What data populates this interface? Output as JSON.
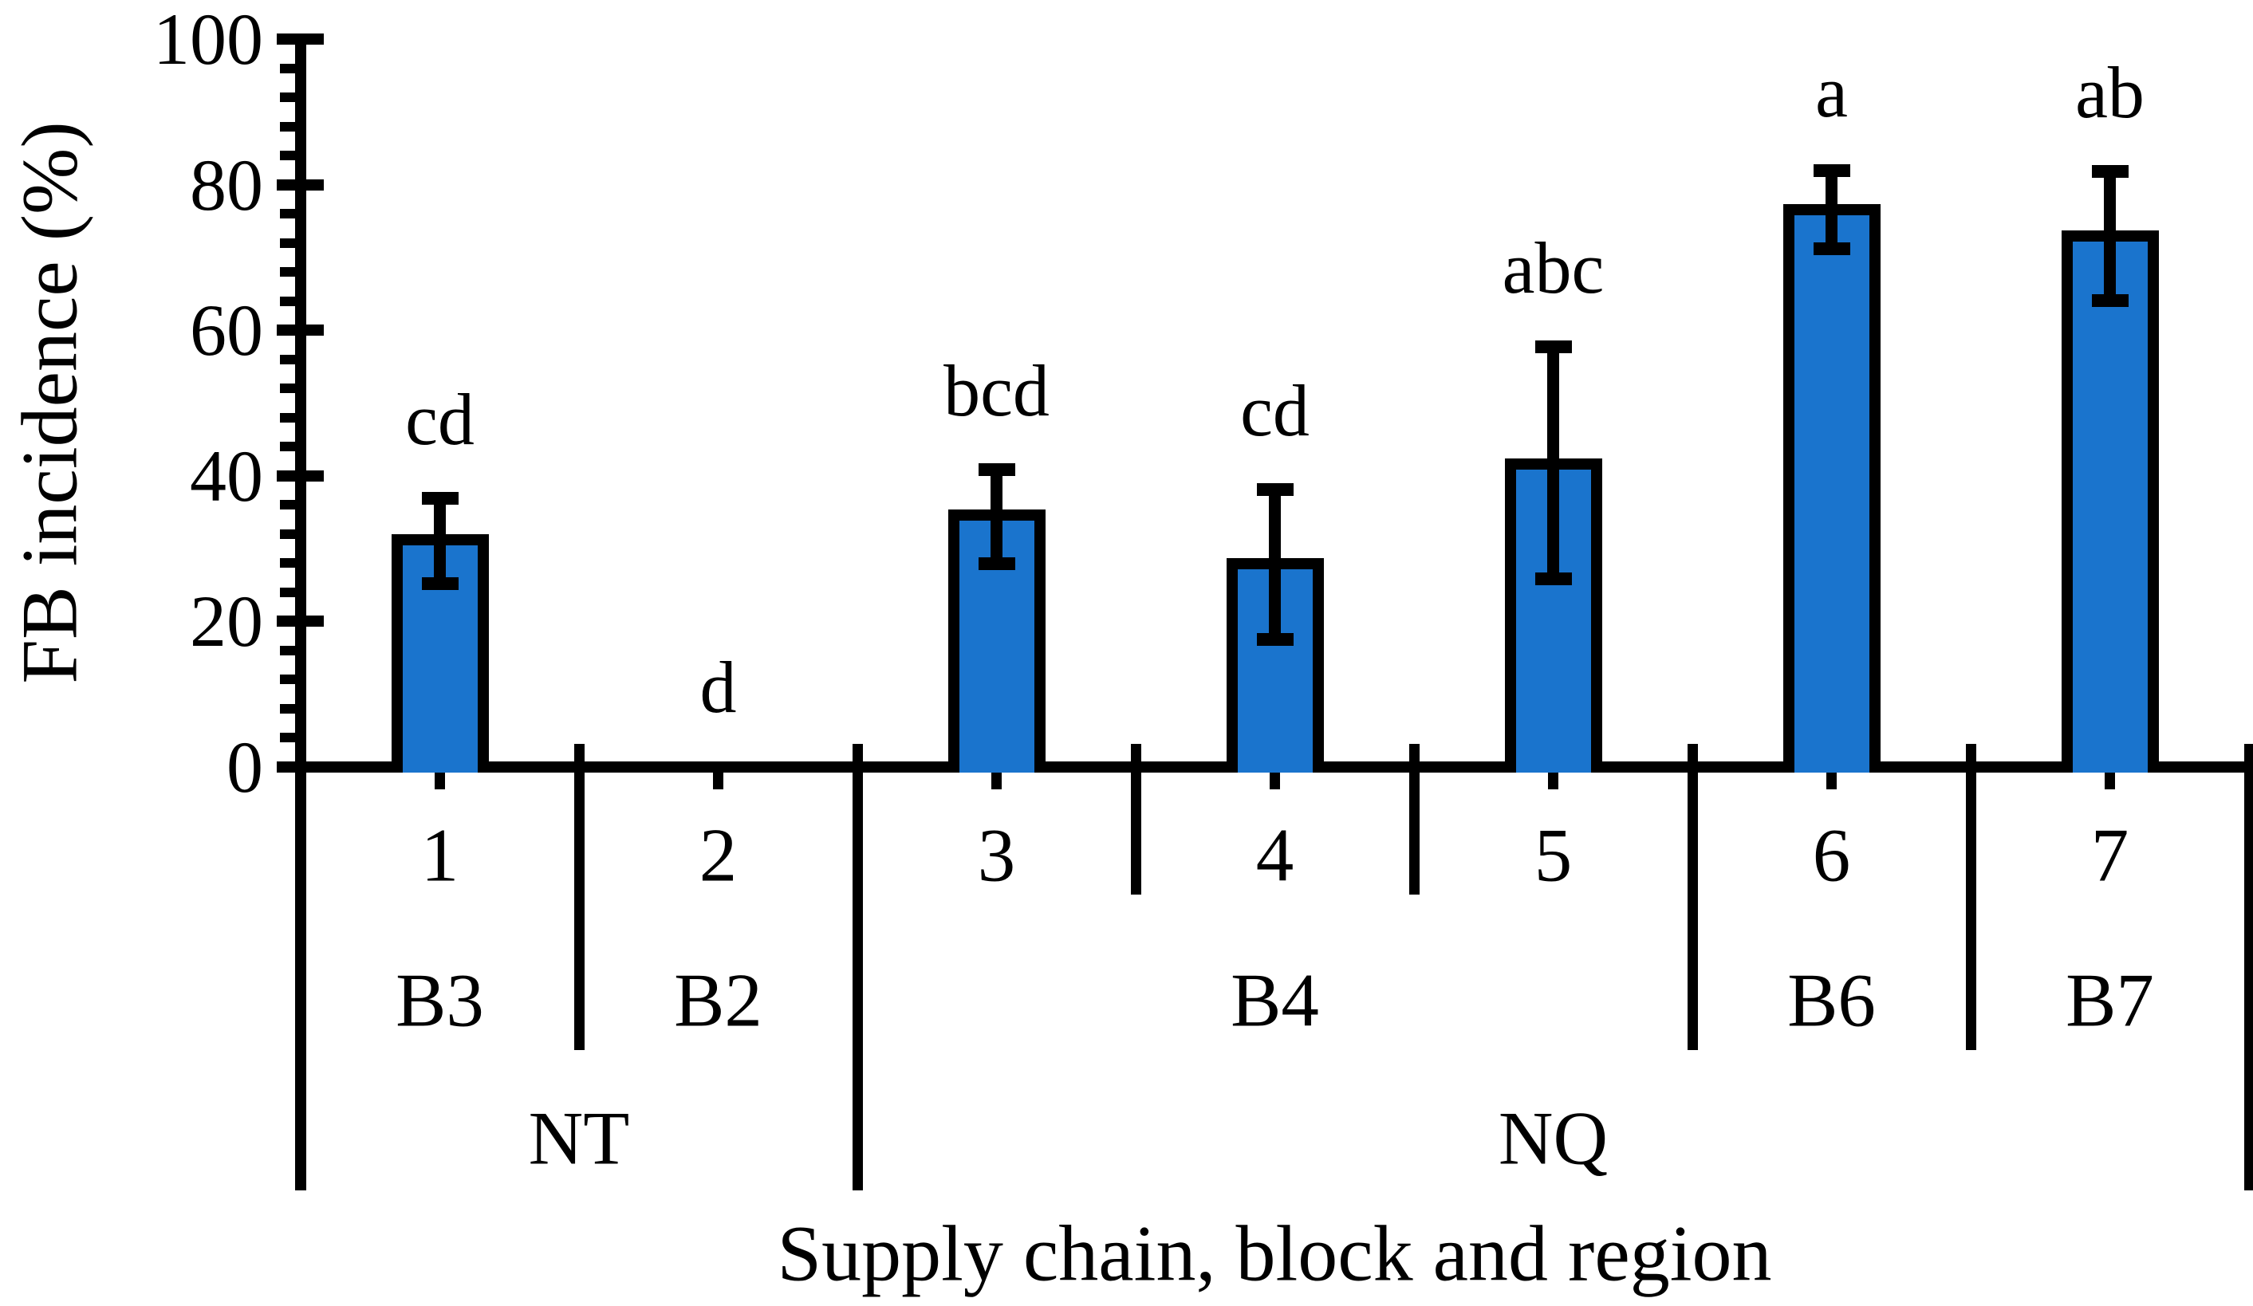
{
  "chart_data": {
    "type": "bar",
    "title": "",
    "ylabel": "FB incidence (%)",
    "xlabel": "Supply chain, block and region",
    "ylim": [
      0,
      100
    ],
    "y_major_ticks": [
      0,
      20,
      40,
      60,
      80,
      100
    ],
    "y_minor_step": 4,
    "grid": false,
    "legend_position": "none",
    "bar_color": "#1A74CD",
    "bar_border_color": "#000000",
    "axis_color": "#000000",
    "categories": [
      "1",
      "2",
      "3",
      "4",
      "5",
      "6",
      "7"
    ],
    "series": [
      {
        "name": "FB incidence",
        "values": [
          31.2,
          0,
          34.6,
          27.9,
          41.6,
          76.6,
          72.9
        ],
        "error_low": [
          25.2,
          null,
          27.9,
          17.5,
          25.8,
          71.2,
          64.1
        ],
        "error_high": [
          36.9,
          null,
          40.8,
          38.1,
          57.7,
          81.9,
          81.8
        ],
        "sig_letters": [
          "cd",
          "d",
          "bcd",
          "cd",
          "abc",
          "a",
          "ab"
        ]
      }
    ],
    "blocks": [
      {
        "label": "B3",
        "span": [
          1,
          1
        ]
      },
      {
        "label": "B2",
        "span": [
          2,
          2
        ]
      },
      {
        "label": "B4",
        "span": [
          3,
          5
        ]
      },
      {
        "label": "B6",
        "span": [
          6,
          6
        ]
      },
      {
        "label": "B7",
        "span": [
          7,
          7
        ]
      }
    ],
    "regions": [
      {
        "label": "NT",
        "span": [
          1,
          2
        ]
      },
      {
        "label": "NQ",
        "span": [
          3,
          7
        ]
      }
    ]
  }
}
